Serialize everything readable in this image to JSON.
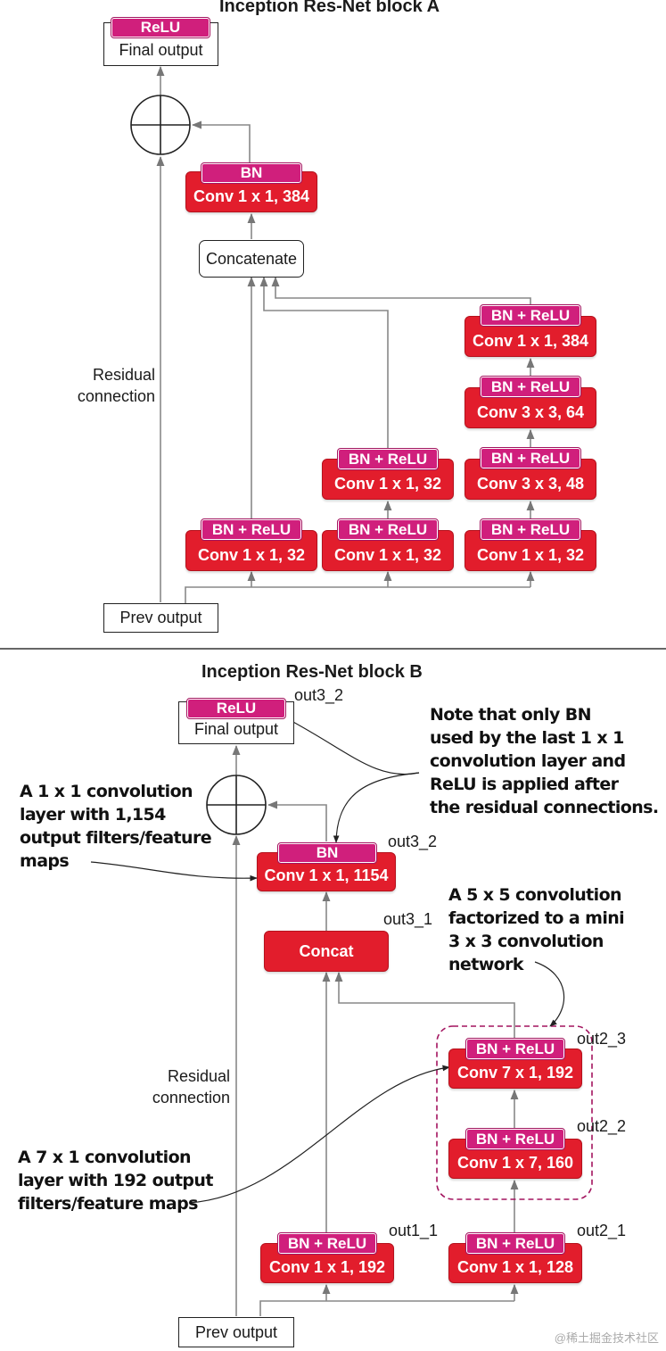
{
  "block_a": {
    "title": "Inception Res-Net block A",
    "final_output": {
      "tag": "ReLU",
      "label": "Final output"
    },
    "bn_conv": {
      "tag": "BN",
      "label": "Conv 1 x 1, 384"
    },
    "concatenate": "Concatenate",
    "branch1": {
      "tag": "BN + ReLU",
      "label": "Conv 1 x 1, 32"
    },
    "branch2": [
      {
        "tag": "BN + ReLU",
        "label": "Conv 1 x 1, 32"
      },
      {
        "tag": "BN + ReLU",
        "label": "Conv 1 x 1, 32"
      }
    ],
    "branch3": [
      {
        "tag": "BN + ReLU",
        "label": "Conv 1 x 1, 32"
      },
      {
        "tag": "BN + ReLU",
        "label": "Conv 3 x 3, 48"
      },
      {
        "tag": "BN + ReLU",
        "label": "Conv 3 x 3, 64"
      },
      {
        "tag": "BN + ReLU",
        "label": "Conv 1 x 1, 384"
      }
    ],
    "residual_label": [
      "Residual",
      "connection"
    ],
    "prev_output": "Prev output"
  },
  "block_b": {
    "title": "Inception Res-Net block B",
    "final_output": {
      "tag": "ReLU",
      "label": "Final output",
      "out": "out3_2"
    },
    "bn_conv": {
      "tag": "BN",
      "label": "Conv 1 x 1, 1154",
      "out": "out3_2"
    },
    "concat": {
      "label": "Concat",
      "out": "out3_1"
    },
    "branch1": {
      "tag": "BN + ReLU",
      "label": "Conv 1 x 1, 192",
      "out": "out1_1"
    },
    "branch2": [
      {
        "tag": "BN + ReLU",
        "label": "Conv 1 x 1, 128",
        "out": "out2_1"
      },
      {
        "tag": "BN + ReLU",
        "label": "Conv 1 x 7, 160",
        "out": "out2_2"
      },
      {
        "tag": "BN + ReLU",
        "label": "Conv 7 x 1, 192",
        "out": "out2_3"
      }
    ],
    "residual_label": [
      "Residual",
      "connection"
    ],
    "prev_output": "Prev output",
    "notes": {
      "bn_relu": [
        "Note that only BN",
        "used by the last 1 x 1",
        "convolution layer and",
        "ReLU is applied after",
        "the residual connections."
      ],
      "conv_1154": [
        "A 1 x 1 convolution",
        "layer with 1,154",
        "output filters/feature",
        "maps"
      ],
      "factorized": [
        "A 5 x 5 convolution",
        "factorized to a mini",
        "3 x 3 convolution",
        "network"
      ],
      "conv_7x1": [
        "A 7 x 1 convolution",
        "layer with 192 output",
        "filters/feature maps"
      ]
    }
  },
  "watermark": "@稀土掘金技术社区",
  "colors": {
    "conv_red": "#e21d2c",
    "tag_magenta": "#d01f7c",
    "line_gray": "#888888",
    "dashed_group": "#a3145f"
  }
}
